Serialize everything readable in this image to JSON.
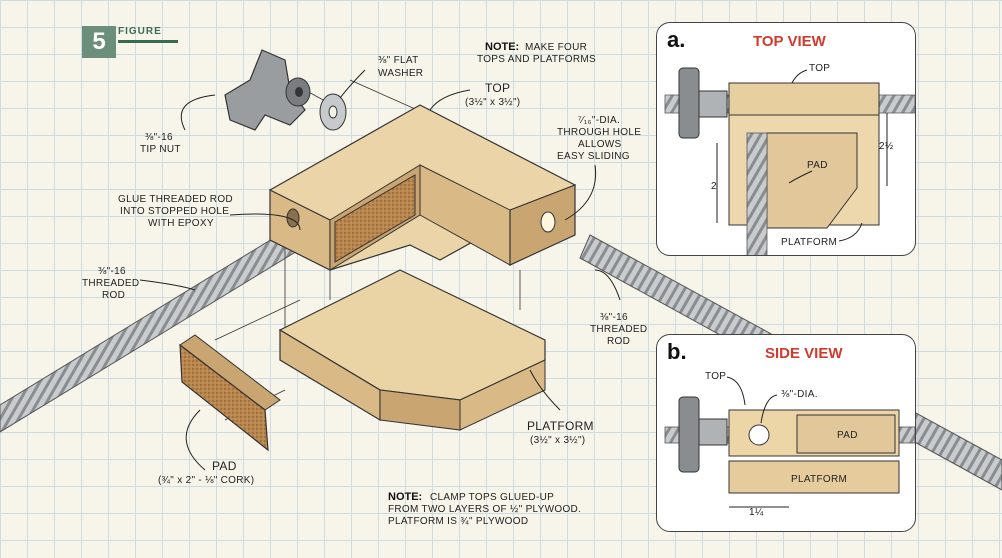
{
  "figure": {
    "number": "5",
    "word": "FIGURE"
  },
  "main": {
    "note_top_label": "NOTE:",
    "note_top_text_1": "MAKE FOUR",
    "note_top_text_2": "TOPS AND PLATFORMS",
    "washer_1": "⅜\" FLAT",
    "washer_2": "WASHER",
    "top_1": "TOP",
    "top_2": "(3½\" x 3½\")",
    "tipnut_1": "⅜\"-16",
    "tipnut_2": "TIP NUT",
    "hole_1": "⁷⁄₁₆\"-DIA.",
    "hole_2": "THROUGH HOLE",
    "hole_3": "ALLOWS",
    "hole_4": "EASY SLIDING",
    "glue_1": "GLUE THREADED ROD",
    "glue_2": "INTO STOPPED HOLE",
    "glue_3": "WITH EPOXY",
    "rod_left_1": "⅜\"-16",
    "rod_left_2": "THREADED",
    "rod_left_3": "ROD",
    "rod_right_1": "⅜\"-16",
    "rod_right_2": "THREADED",
    "rod_right_3": "ROD",
    "pad_1": "PAD",
    "pad_2": "(¾\" x 2\" - ⅛\" CORK)",
    "platform_1": "PLATFORM",
    "platform_2": "(3½\" x 3½\")",
    "note_bottom_label": "NOTE:",
    "note_bottom_1": "CLAMP TOPS GLUED-UP",
    "note_bottom_2": "FROM TWO LAYERS OF ½\" PLYWOOD.",
    "note_bottom_3": "PLATFORM IS ¾\" PLYWOOD"
  },
  "panel_a": {
    "letter": "a.",
    "title": "TOP VIEW",
    "top": "TOP",
    "dim_right": "2½",
    "pad": "PAD",
    "dim_left": "2",
    "platform": "PLATFORM"
  },
  "panel_b": {
    "letter": "b.",
    "title": "SIDE VIEW",
    "top": "TOP",
    "dia": "⅜\"-DIA.",
    "pad": "PAD",
    "platform": "PLATFORM",
    "dim_bottom": "1¼"
  },
  "colors": {
    "wood": "#e2c79a",
    "wood_dark": "#c9a571",
    "cork": "#a87a45",
    "metal": "#8a8d90",
    "title_red": "#d23a2e",
    "badge_green": "#6b8f7a"
  }
}
